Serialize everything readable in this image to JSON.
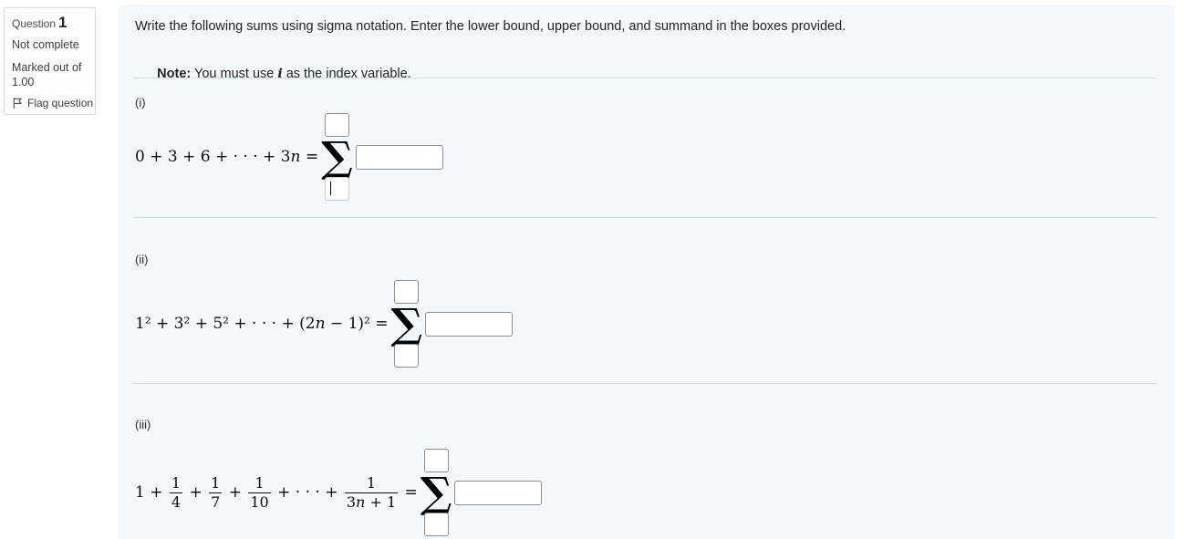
{
  "question_info": {
    "question_label": "Question",
    "question_number": "1",
    "status": "Not complete",
    "marked_out_of": "Marked out of 1.00",
    "flag_label": "Flag question"
  },
  "instructions": {
    "line1": "Write the following sums using sigma notation. Enter the lower bound, upper bound, and summand in the boxes provided.",
    "note_label": "Note:",
    "note_before": " You must use ",
    "note_var": "i",
    "note_after": " as the index variable."
  },
  "symbols": {
    "sigma": "∑"
  },
  "colors": {
    "content_background": "#f5f8fb",
    "divider": "#c9e2e6",
    "input_border": "#8f8f8f"
  },
  "problems": [
    {
      "label": "(i)",
      "expr": {
        "head": "0 + 3 + 6 + · · · + 3",
        "var": "n",
        "tail": " ="
      },
      "inputs": {
        "upper": "",
        "lower": "",
        "summand": ""
      }
    },
    {
      "label": "(ii)",
      "expr": {
        "head": "1² + 3² + 5² + · · · + (2",
        "var": "n",
        "tail": " − 1)² ="
      },
      "inputs": {
        "upper": "",
        "lower": "",
        "summand": ""
      }
    },
    {
      "label": "(iii)",
      "expr": {
        "t1": "1 + ",
        "f1": {
          "n": "1",
          "d": "4"
        },
        "p1": " + ",
        "f2": {
          "n": "1",
          "d": "7"
        },
        "p2": " + ",
        "f3": {
          "n": "1",
          "d": "10"
        },
        "p3": " + · · · + ",
        "f4": {
          "n": "1",
          "dh": "3",
          "dv": "n",
          "dt": " + 1"
        },
        "eq": " ="
      },
      "inputs": {
        "upper": "",
        "lower": "",
        "summand": ""
      }
    }
  ]
}
